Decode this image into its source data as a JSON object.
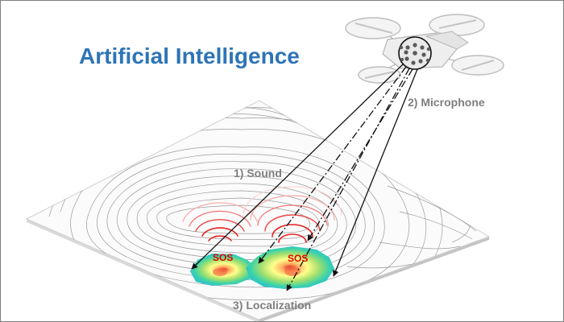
{
  "diagram": {
    "title": "Artificial Intelligence",
    "labels": {
      "sound": "1) Sound",
      "microphone": "2) Microphone",
      "localization": "3) Localization"
    },
    "sources": [
      {
        "text": "SOS"
      },
      {
        "text": "SOS"
      }
    ],
    "colors": {
      "title": "#2e75b6",
      "label": "#7f7f7f",
      "sos_text": "#e00000",
      "sound_wave": "#e81f1f",
      "contour": "#9a9a9a"
    },
    "icons": [
      "drone-icon",
      "microphone-array-icon"
    ]
  }
}
